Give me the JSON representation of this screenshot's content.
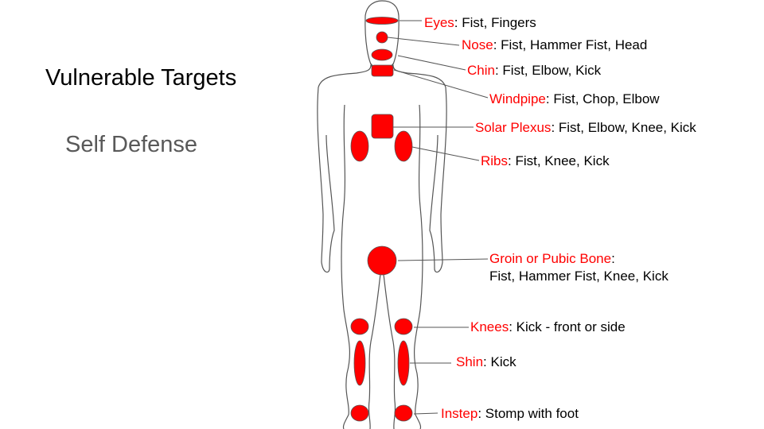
{
  "title": "Vulnerable Targets",
  "subtitle": "Self Defense",
  "colors": {
    "target": "#ff0000",
    "outline": "#595959"
  },
  "targets": [
    {
      "name": "Eyes",
      "sep": ": ",
      "techniques": "Fist, Fingers"
    },
    {
      "name": "Nose",
      "sep": ": ",
      "techniques": "Fist, Hammer Fist, Head"
    },
    {
      "name": "Chin",
      "sep": ": ",
      "techniques": "Fist, Elbow, Kick"
    },
    {
      "name": "Windpipe",
      "sep": ": ",
      "techniques": "Fist, Chop, Elbow"
    },
    {
      "name": "Solar Plexus",
      "sep": ": ",
      "techniques": "Fist, Elbow, Knee, Kick"
    },
    {
      "name": "Ribs",
      "sep": ": ",
      "techniques": "Fist, Knee, Kick"
    },
    {
      "name": "Groin or Pubic Bone",
      "sep": ":",
      "techniques": "Fist, Hammer Fist, Knee, Kick"
    },
    {
      "name": "Knees",
      "sep": ": ",
      "techniques": "Kick - front or side"
    },
    {
      "name": "Shin",
      "sep": ": ",
      "techniques": "Kick"
    },
    {
      "name": "Instep",
      "sep": ": ",
      "techniques": "Stomp with foot"
    }
  ]
}
